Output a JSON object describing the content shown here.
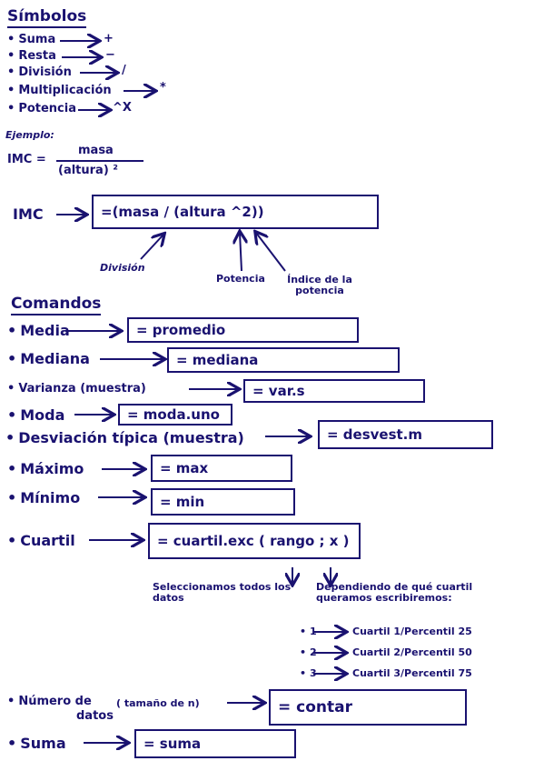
{
  "simbolos": {
    "title": "Símbolos",
    "items": [
      {
        "label": "Suma",
        "symbol": "+"
      },
      {
        "label": "Resta",
        "symbol": "−"
      },
      {
        "label": "División",
        "symbol": "/"
      },
      {
        "label": "Multiplicación",
        "symbol": "*"
      },
      {
        "label": "Potencia",
        "symbol": "^X"
      }
    ]
  },
  "ejemplo": {
    "label": "Ejemplo:",
    "lhs": "IMC =",
    "numerator": "masa",
    "denominator": "(altura) ²",
    "formula_lhs": "IMC",
    "formula": "=(masa / (altura ^2))",
    "annot_division": "División",
    "annot_potencia": "Potencia",
    "annot_indice": "Índice de la potencia"
  },
  "comandos": {
    "title": "Comandos",
    "items": [
      {
        "label": "Media",
        "formula": "= promedio"
      },
      {
        "label": "Mediana",
        "formula": "= mediana"
      },
      {
        "label": "Varianza (muestra)",
        "formula": "= var.s"
      },
      {
        "label": "Moda",
        "formula": "= moda.uno"
      },
      {
        "label": "Desviación típica (muestra)",
        "formula": "= desvest.m"
      },
      {
        "label": "Máximo",
        "formula": "= max"
      },
      {
        "label": "Mínimo",
        "formula": "= min"
      },
      {
        "label": "Cuartil",
        "formula": "= cuartil.exc ( rango ; x )"
      }
    ],
    "cuartil_note_left": "Seleccionamos todos los datos",
    "cuartil_note_right": "Dependiendo de qué cuartil queramos escribiremos:",
    "cuartil_options": [
      {
        "n": "1",
        "text": "Cuartil 1/Percentil 25"
      },
      {
        "n": "2",
        "text": "Cuartil 2/Percentil 50"
      },
      {
        "n": "3",
        "text": "Cuartil 3/Percentil 75"
      }
    ],
    "numero_label_1": "Número de",
    "numero_label_2": "datos",
    "numero_label_3": "( tamaño de n)",
    "numero_formula": "= contar",
    "suma_label": "Suma",
    "suma_formula": "= suma"
  }
}
